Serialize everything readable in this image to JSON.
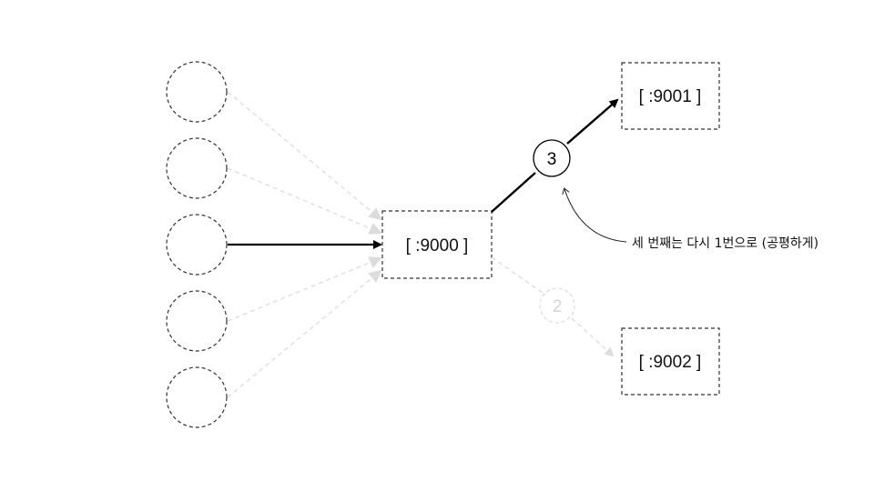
{
  "nodes": {
    "server_main": {
      "label": "[ :9000 ]"
    },
    "server_a": {
      "label": "[ :9001 ]"
    },
    "server_b": {
      "label": "[ :9002 ]"
    }
  },
  "steps": {
    "active": {
      "label": "3"
    },
    "previous": {
      "label": "2"
    }
  },
  "annotation": {
    "text": "세 번째는 다시 1번으로 (공평하게)"
  },
  "colors": {
    "active": "#000000",
    "inactive": "#d4d4d4",
    "outline": "#333333"
  }
}
